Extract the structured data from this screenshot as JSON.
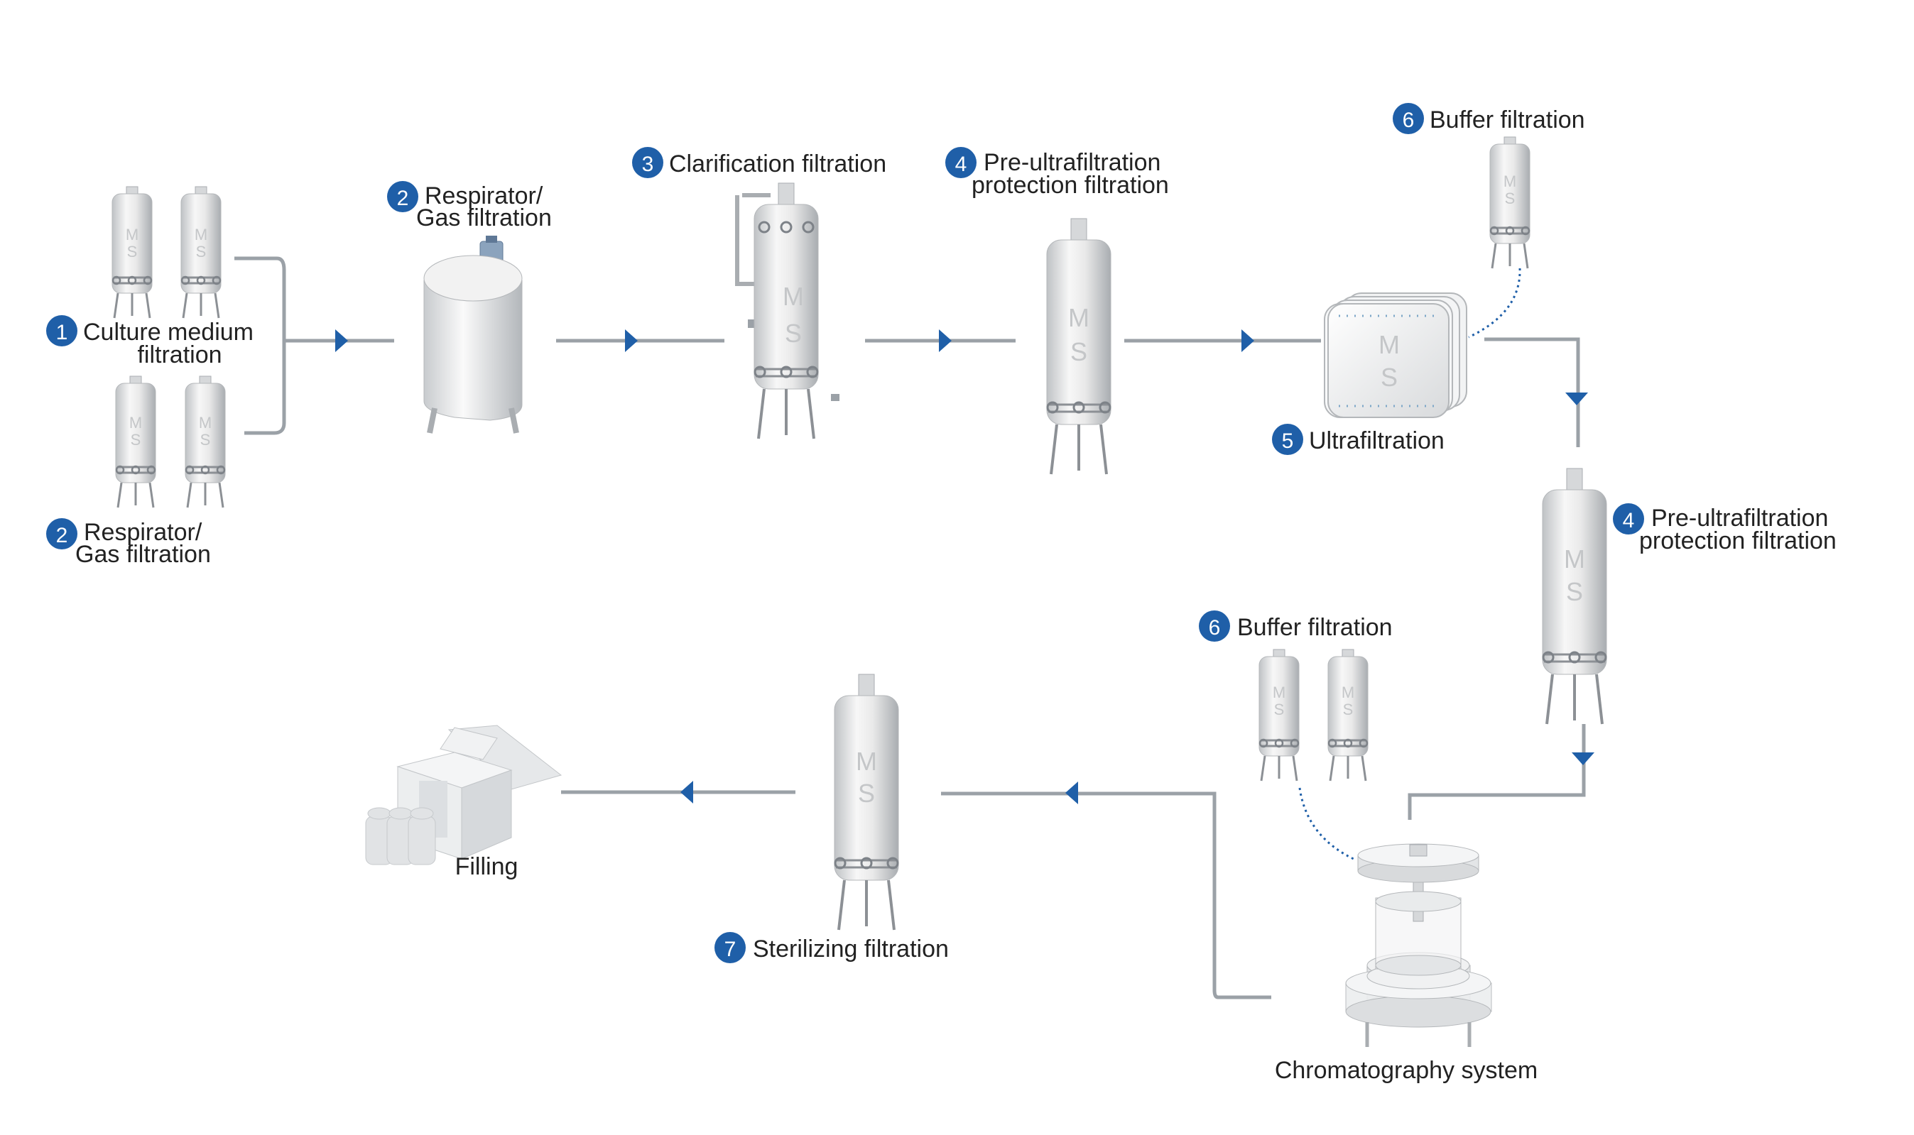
{
  "colors": {
    "accent_blue": "#1f5fa8",
    "line_gray": "#9ba1a7",
    "vessel_light": "#ececec",
    "vessel_shade": "#b9bcbf",
    "text": "#222222",
    "dotted": "#1f5fa8"
  },
  "vessel_logo": {
    "line1": "M",
    "line2": "S"
  },
  "labels": {
    "culture_medium": {
      "number": "1",
      "line1": "Culture medium",
      "line2": "filtration"
    },
    "respirator_left": {
      "number": "2",
      "line1": "Respirator/",
      "line2": "Gas filtration"
    },
    "respirator_top": {
      "number": "2",
      "line1": "Respirator/",
      "line2": "Gas filtration"
    },
    "clarification": {
      "number": "3",
      "line1": "Clarification filtration"
    },
    "pre_uf_top": {
      "number": "4",
      "line1": "Pre-ultrafiltration",
      "line2": "protection filtration"
    },
    "ultrafiltration": {
      "number": "5",
      "line1": "Ultrafiltration"
    },
    "buffer_top": {
      "number": "6",
      "line1": "Buffer filtration"
    },
    "pre_uf_right": {
      "number": "4",
      "line1": "Pre-ultrafiltration",
      "line2": "protection filtration"
    },
    "buffer_bottom": {
      "number": "6",
      "line1": "Buffer filtration"
    },
    "sterilizing": {
      "number": "7",
      "line1": "Sterilizing filtration"
    },
    "chromatography": {
      "line1": "Chromatography system"
    },
    "filling": {
      "line1": "Filling"
    }
  }
}
